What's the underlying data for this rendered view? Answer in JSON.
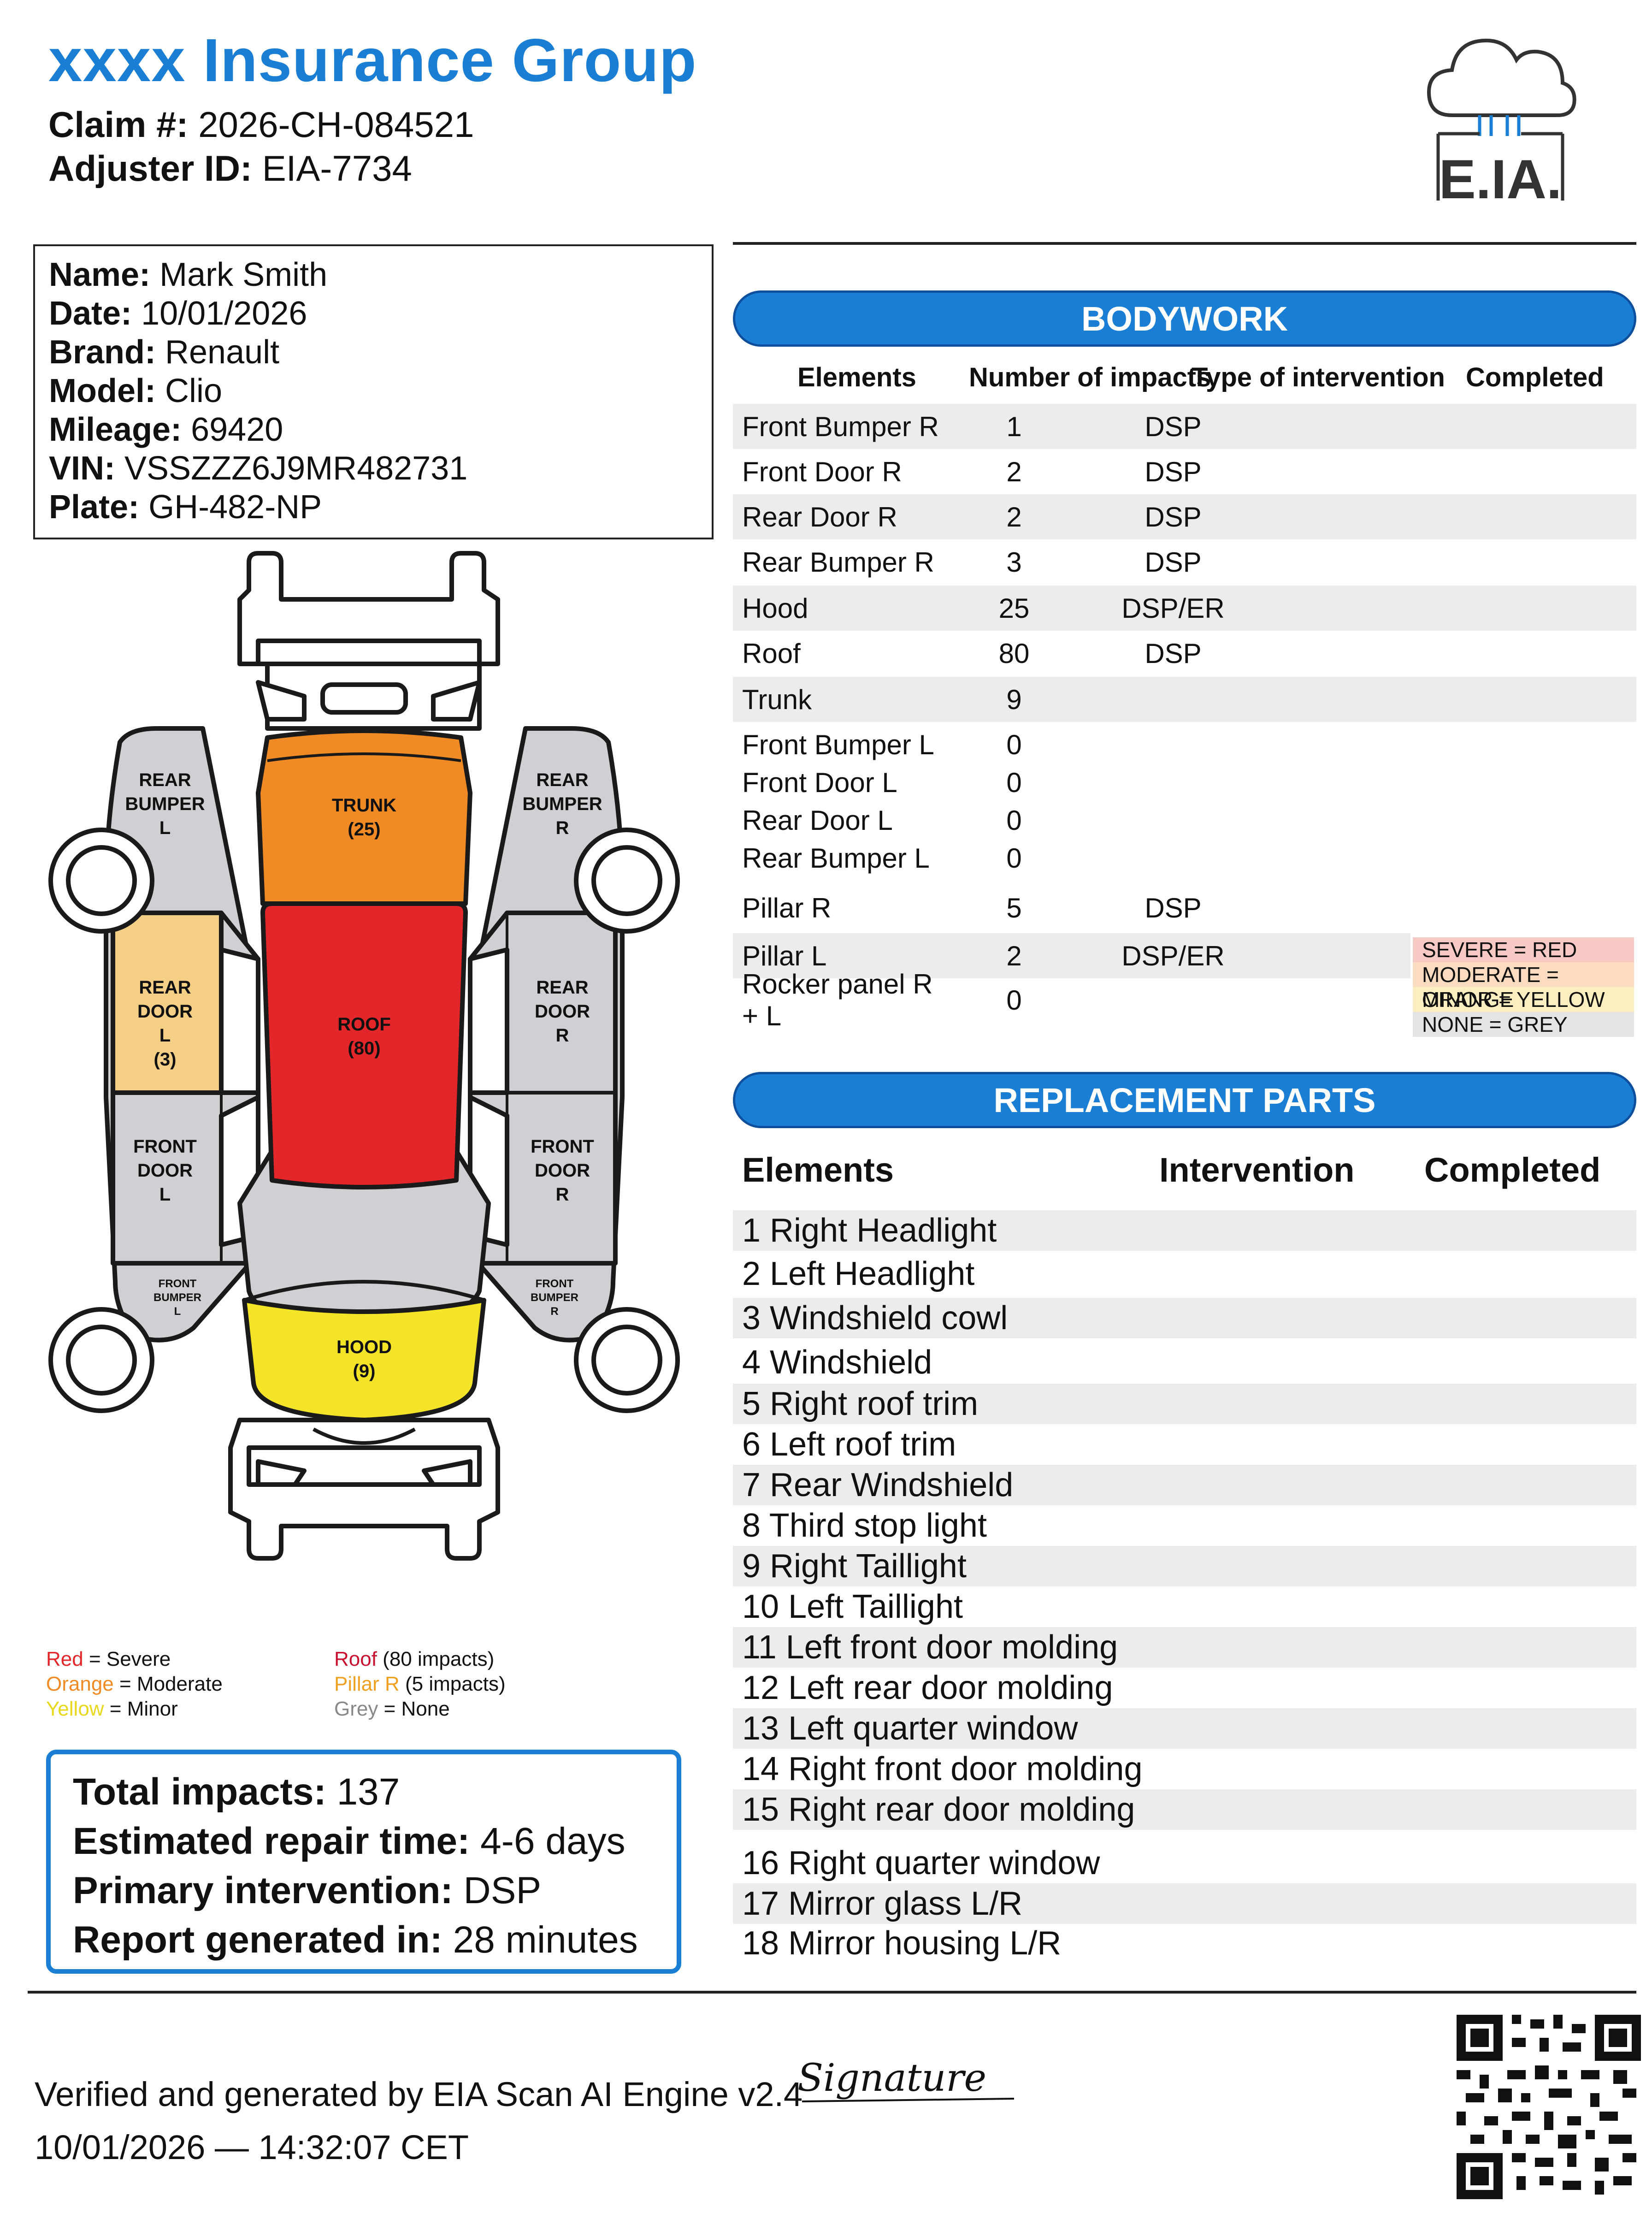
{
  "header": {
    "title": "xxxx Insurance Group",
    "claim_label": "Claim #:",
    "claim_value": "2026-CH-084521",
    "adjuster_label": "Adjuster ID:",
    "adjuster_value": "EIA-7734",
    "logo_text": "E.IA."
  },
  "vehicle": [
    {
      "label": "Name:",
      "value": "Mark Smith"
    },
    {
      "label": "Date:",
      "value": "10/01/2026"
    },
    {
      "label": "Brand:",
      "value": "Renault"
    },
    {
      "label": "Model:",
      "value": "Clio"
    },
    {
      "label": "Mileage:",
      "value": "69420"
    },
    {
      "label": "VIN:",
      "value": "VSSZZZ6J9MR482731"
    },
    {
      "label": "Plate:",
      "value": "GH-482-NP"
    }
  ],
  "colors": {
    "severe": "#e3262a",
    "moderate": "#f08a24",
    "minor": "#f4e428",
    "light": "#f4cf85",
    "none": "#cfd0d3",
    "accent": "#1a7fd4"
  },
  "car": {
    "labels": {
      "rear_bumper_l": [
        "REAR",
        "BUMPER",
        "L"
      ],
      "rear_bumper_r": [
        "REAR",
        "BUMPER",
        "R"
      ],
      "trunk": [
        "TRUNK",
        "(25)"
      ],
      "roof": [
        "ROOF",
        "(80)"
      ],
      "rear_door_l": [
        "REAR",
        "DOOR",
        "L",
        "(3)"
      ],
      "rear_door_r": [
        "REAR",
        "DOOR",
        "R"
      ],
      "front_door_l": [
        "FRONT",
        "DOOR",
        "L"
      ],
      "front_door_r": [
        "FRONT",
        "DOOR",
        "R"
      ],
      "front_bumper_l": [
        "FRONT",
        "BUMPER",
        "L"
      ],
      "front_bumper_r": [
        "FRONT",
        "BUMPER",
        "R"
      ],
      "hood": [
        "HOOD",
        "(9)"
      ]
    },
    "legend_left": [
      {
        "word": "Red",
        "rest": " = Severe",
        "color": "#e3262a"
      },
      {
        "word": "Orange",
        "rest": " = Moderate",
        "color": "#f08a24"
      },
      {
        "word": "Yellow",
        "rest": " = Minor",
        "color": "#e8d81c"
      }
    ],
    "legend_right": [
      {
        "word": "Roof",
        "rest": " (80 impacts)",
        "color": "#c8102e"
      },
      {
        "word": "Pillar R",
        "rest": " (5 impacts)",
        "color": "#f0a020"
      },
      {
        "word": "Grey",
        "rest": " = None",
        "color": "#888888"
      }
    ]
  },
  "summary": [
    {
      "label": "Total impacts:",
      "value": " 137"
    },
    {
      "label": "Estimated repair time:",
      "value": " 4-6 days"
    },
    {
      "label": "Primary intervention:",
      "value": " DSP"
    },
    {
      "label": "Report generated in:",
      "value": " 28 minutes"
    }
  ],
  "bodywork": {
    "title": "BODYWORK",
    "columns": [
      "Elements",
      "Number of impacts",
      "Type of intervention",
      "Completed"
    ],
    "rows": [
      {
        "element": "Front Bumper R",
        "impacts": "1",
        "type": "DSP"
      },
      {
        "element": "Front Door R",
        "impacts": "2",
        "type": "DSP"
      },
      {
        "element": "Rear Door R",
        "impacts": "2",
        "type": "DSP"
      },
      {
        "element": "Rear Bumper R",
        "impacts": "3",
        "type": "DSP"
      },
      {
        "element": "Hood",
        "impacts": "25",
        "type": "DSP/ER"
      },
      {
        "element": "Roof",
        "impacts": "80",
        "type": "DSP"
      },
      {
        "element": "Trunk",
        "impacts": "9",
        "type": ""
      },
      {
        "element": "Front Bumper L",
        "impacts": "0",
        "type": ""
      },
      {
        "element": "Front Door L",
        "impacts": "0",
        "type": ""
      },
      {
        "element": "Rear Door L",
        "impacts": "0",
        "type": ""
      },
      {
        "element": "Rear Bumper L",
        "impacts": "0",
        "type": ""
      },
      {
        "element": "Pillar R",
        "impacts": "5",
        "type": "DSP"
      },
      {
        "element": "Pillar L",
        "impacts": "2",
        "type": "DSP/ER"
      },
      {
        "element": "Rocker panel R + L",
        "impacts": "0",
        "type": ""
      }
    ],
    "legend": [
      {
        "text": "SEVERE = RED",
        "color": "#f6c9c4"
      },
      {
        "text": "MODERATE = ORANGE",
        "color": "#fbdcc0"
      },
      {
        "text": "MINOR = YELLOW",
        "color": "#fbeec0"
      },
      {
        "text": "NONE = GREY",
        "color": "#e4e4e4"
      }
    ]
  },
  "replacement": {
    "title": "REPLACEMENT PARTS",
    "columns": [
      "Elements",
      "Intervention",
      "Completed"
    ],
    "rows": [
      "1 Right Headlight",
      "2 Left Headlight",
      "3 Windshield cowl",
      "4 Windshield",
      "5 Right roof trim",
      "6 Left roof trim",
      "7 Rear Windshield",
      "8 Third stop light",
      "9 Right Taillight",
      "10 Left Taillight",
      "11 Left front door molding",
      "12 Left rear door molding",
      "13 Left quarter window",
      "14 Right front door molding",
      "15 Right rear door molding",
      "16 Right quarter window",
      "17 Mirror glass L/R",
      "18 Mirror housing L/R"
    ]
  },
  "footer": {
    "verified": "Verified and generated by EIA Scan AI Engine v2.4",
    "timestamp": "10/01/2026 — 14:32:07 CET",
    "signature": "Signature"
  }
}
